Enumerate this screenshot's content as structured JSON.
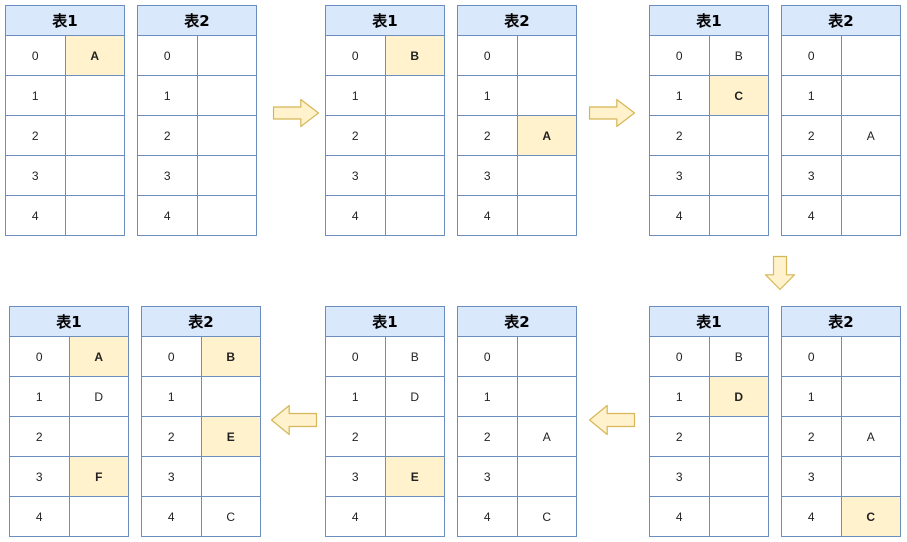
{
  "colors": {
    "header_bg": "#dae8fc",
    "border": "#6c8ebf",
    "highlight_bg": "#fff2cc",
    "arrow_fill": "#fff2cc",
    "arrow_stroke": "#d6b656"
  },
  "steps": [
    {
      "tables": [
        {
          "title": "表1",
          "rows": [
            {
              "key": "0",
              "value": "A",
              "hl": true
            },
            {
              "key": "1",
              "value": "",
              "hl": false
            },
            {
              "key": "2",
              "value": "",
              "hl": false
            },
            {
              "key": "3",
              "value": "",
              "hl": false
            },
            {
              "key": "4",
              "value": "",
              "hl": false
            }
          ]
        },
        {
          "title": "表2",
          "rows": [
            {
              "key": "0",
              "value": "",
              "hl": false
            },
            {
              "key": "1",
              "value": "",
              "hl": false
            },
            {
              "key": "2",
              "value": "",
              "hl": false
            },
            {
              "key": "3",
              "value": "",
              "hl": false
            },
            {
              "key": "4",
              "value": "",
              "hl": false
            }
          ]
        }
      ]
    },
    {
      "tables": [
        {
          "title": "表1",
          "rows": [
            {
              "key": "0",
              "value": "B",
              "hl": true
            },
            {
              "key": "1",
              "value": "",
              "hl": false
            },
            {
              "key": "2",
              "value": "",
              "hl": false
            },
            {
              "key": "3",
              "value": "",
              "hl": false
            },
            {
              "key": "4",
              "value": "",
              "hl": false
            }
          ]
        },
        {
          "title": "表2",
          "rows": [
            {
              "key": "0",
              "value": "",
              "hl": false
            },
            {
              "key": "1",
              "value": "",
              "hl": false
            },
            {
              "key": "2",
              "value": "A",
              "hl": true
            },
            {
              "key": "3",
              "value": "",
              "hl": false
            },
            {
              "key": "4",
              "value": "",
              "hl": false
            }
          ]
        }
      ]
    },
    {
      "tables": [
        {
          "title": "表1",
          "rows": [
            {
              "key": "0",
              "value": "B",
              "hl": false
            },
            {
              "key": "1",
              "value": "C",
              "hl": true
            },
            {
              "key": "2",
              "value": "",
              "hl": false
            },
            {
              "key": "3",
              "value": "",
              "hl": false
            },
            {
              "key": "4",
              "value": "",
              "hl": false
            }
          ]
        },
        {
          "title": "表2",
          "rows": [
            {
              "key": "0",
              "value": "",
              "hl": false
            },
            {
              "key": "1",
              "value": "",
              "hl": false
            },
            {
              "key": "2",
              "value": "A",
              "hl": false
            },
            {
              "key": "3",
              "value": "",
              "hl": false
            },
            {
              "key": "4",
              "value": "",
              "hl": false
            }
          ]
        }
      ]
    },
    {
      "tables": [
        {
          "title": "表1",
          "rows": [
            {
              "key": "0",
              "value": "B",
              "hl": false
            },
            {
              "key": "1",
              "value": "D",
              "hl": true
            },
            {
              "key": "2",
              "value": "",
              "hl": false
            },
            {
              "key": "3",
              "value": "",
              "hl": false
            },
            {
              "key": "4",
              "value": "",
              "hl": false
            }
          ]
        },
        {
          "title": "表2",
          "rows": [
            {
              "key": "0",
              "value": "",
              "hl": false
            },
            {
              "key": "1",
              "value": "",
              "hl": false
            },
            {
              "key": "2",
              "value": "A",
              "hl": false
            },
            {
              "key": "3",
              "value": "",
              "hl": false
            },
            {
              "key": "4",
              "value": "C",
              "hl": true
            }
          ]
        }
      ]
    },
    {
      "tables": [
        {
          "title": "表1",
          "rows": [
            {
              "key": "0",
              "value": "B",
              "hl": false
            },
            {
              "key": "1",
              "value": "D",
              "hl": false
            },
            {
              "key": "2",
              "value": "",
              "hl": false
            },
            {
              "key": "3",
              "value": "E",
              "hl": true
            },
            {
              "key": "4",
              "value": "",
              "hl": false
            }
          ]
        },
        {
          "title": "表2",
          "rows": [
            {
              "key": "0",
              "value": "",
              "hl": false
            },
            {
              "key": "1",
              "value": "",
              "hl": false
            },
            {
              "key": "2",
              "value": "A",
              "hl": false
            },
            {
              "key": "3",
              "value": "",
              "hl": false
            },
            {
              "key": "4",
              "value": "C",
              "hl": false
            }
          ]
        }
      ]
    },
    {
      "tables": [
        {
          "title": "表1",
          "rows": [
            {
              "key": "0",
              "value": "A",
              "hl": true
            },
            {
              "key": "1",
              "value": "D",
              "hl": false
            },
            {
              "key": "2",
              "value": "",
              "hl": false
            },
            {
              "key": "3",
              "value": "F",
              "hl": true
            },
            {
              "key": "4",
              "value": "",
              "hl": false
            }
          ]
        },
        {
          "title": "表2",
          "rows": [
            {
              "key": "0",
              "value": "B",
              "hl": true
            },
            {
              "key": "1",
              "value": "",
              "hl": false
            },
            {
              "key": "2",
              "value": "E",
              "hl": true
            },
            {
              "key": "3",
              "value": "",
              "hl": false
            },
            {
              "key": "4",
              "value": "C",
              "hl": false
            }
          ]
        }
      ]
    }
  ],
  "arrows": [
    {
      "from_step": 1,
      "to_step": 2,
      "direction": "right"
    },
    {
      "from_step": 2,
      "to_step": 3,
      "direction": "right"
    },
    {
      "from_step": 3,
      "to_step": 4,
      "direction": "down"
    },
    {
      "from_step": 4,
      "to_step": 5,
      "direction": "left"
    },
    {
      "from_step": 5,
      "to_step": 6,
      "direction": "left"
    }
  ]
}
